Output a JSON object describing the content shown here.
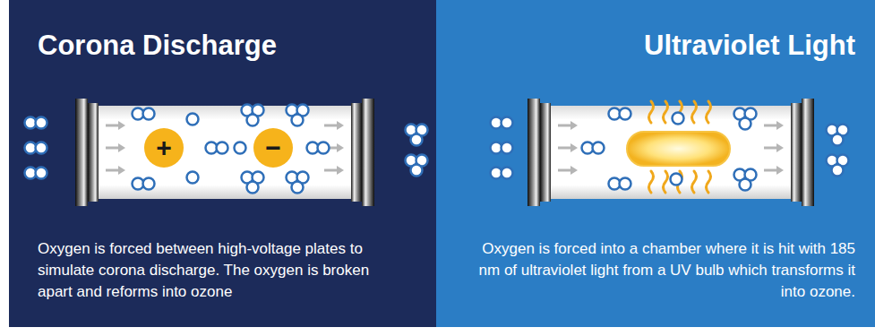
{
  "diagram": {
    "nodes": [
      {
        "text": [
          "Corona Discharge",
          "Oxygen is forced between high-voltage plates to simulate corona discharge. The oxygen is broken apart and reforms into ozone"
        ]
      },
      {
        "text": [
          "Ultraviolet Light",
          "Oxygen is forced into a chamber where it is hit with 185 nm of ultraviolet light from a UV bulb which transforms it into ozone."
        ]
      },
      {
        "text": [
          "+"
        ],
        "in": 0
      },
      {
        "text": [
          "−"
        ],
        "in": 0
      }
    ]
  }
}
